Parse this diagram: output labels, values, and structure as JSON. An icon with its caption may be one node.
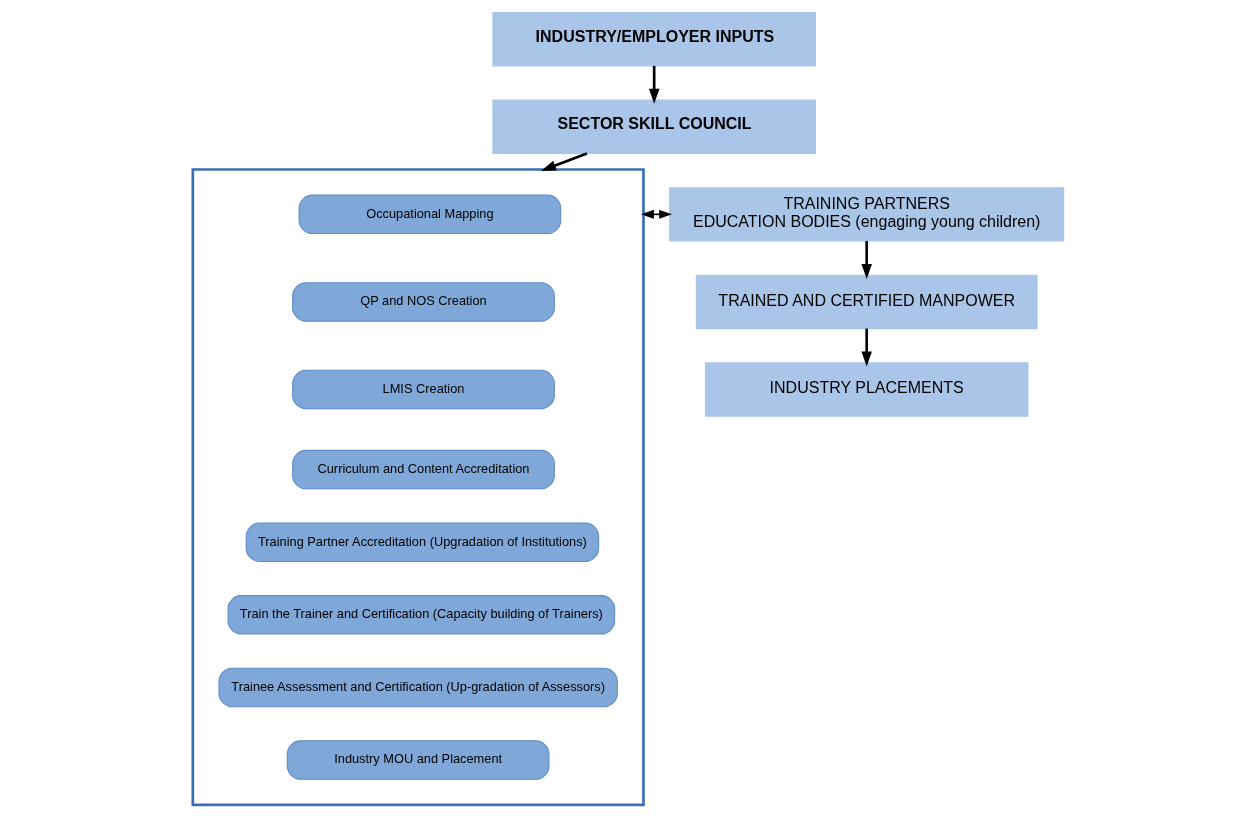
{
  "diagram": {
    "nodes": [
      {
        "text": [
          "INDUSTRY/EMPLOYER INPUTS"
        ]
      },
      {
        "text": [
          "SECTOR SKILL COUNCIL"
        ]
      },
      {
        "text": [],
        "shape": "box"
      },
      {
        "text": [
          "Occupational Mapping"
        ],
        "in": 2
      },
      {
        "text": [
          "QP and NOS Creation"
        ],
        "in": 2
      },
      {
        "text": [
          "LMIS Creation"
        ],
        "in": 2
      },
      {
        "text": [
          "Curriculum and Content Accreditation"
        ],
        "in": 2
      },
      {
        "text": [
          "Training Partner Accreditation (Upgradation of Institutions)"
        ],
        "in": 2
      },
      {
        "text": [
          "Train the Trainer and Certification (Capacity building of Trainers)"
        ],
        "in": 2
      },
      {
        "text": [
          "Trainee Assessment and Certification (Up-gradation of Assessors)"
        ],
        "in": 2
      },
      {
        "text": [
          "Industry MOU and Placement"
        ],
        "in": 2
      },
      {
        "text": [
          "TRAINING PARTNERS",
          "EDUCATION BODIES (engaging young children)"
        ]
      },
      {
        "text": [
          "TRAINED AND CERTIFIED MANPOWER"
        ]
      },
      {
        "text": [
          "INDUSTRY PLACEMENTS"
        ]
      }
    ],
    "edges": [
      {
        "from": 0,
        "to": 1,
        "arrow": "to"
      },
      {
        "from": 1,
        "to": 2,
        "arrow": "to"
      },
      {
        "from": 2,
        "to": 11,
        "arrow": "both"
      },
      {
        "from": 11,
        "to": 12,
        "arrow": "to"
      },
      {
        "from": 12,
        "to": 13,
        "arrow": "to"
      }
    ]
  }
}
